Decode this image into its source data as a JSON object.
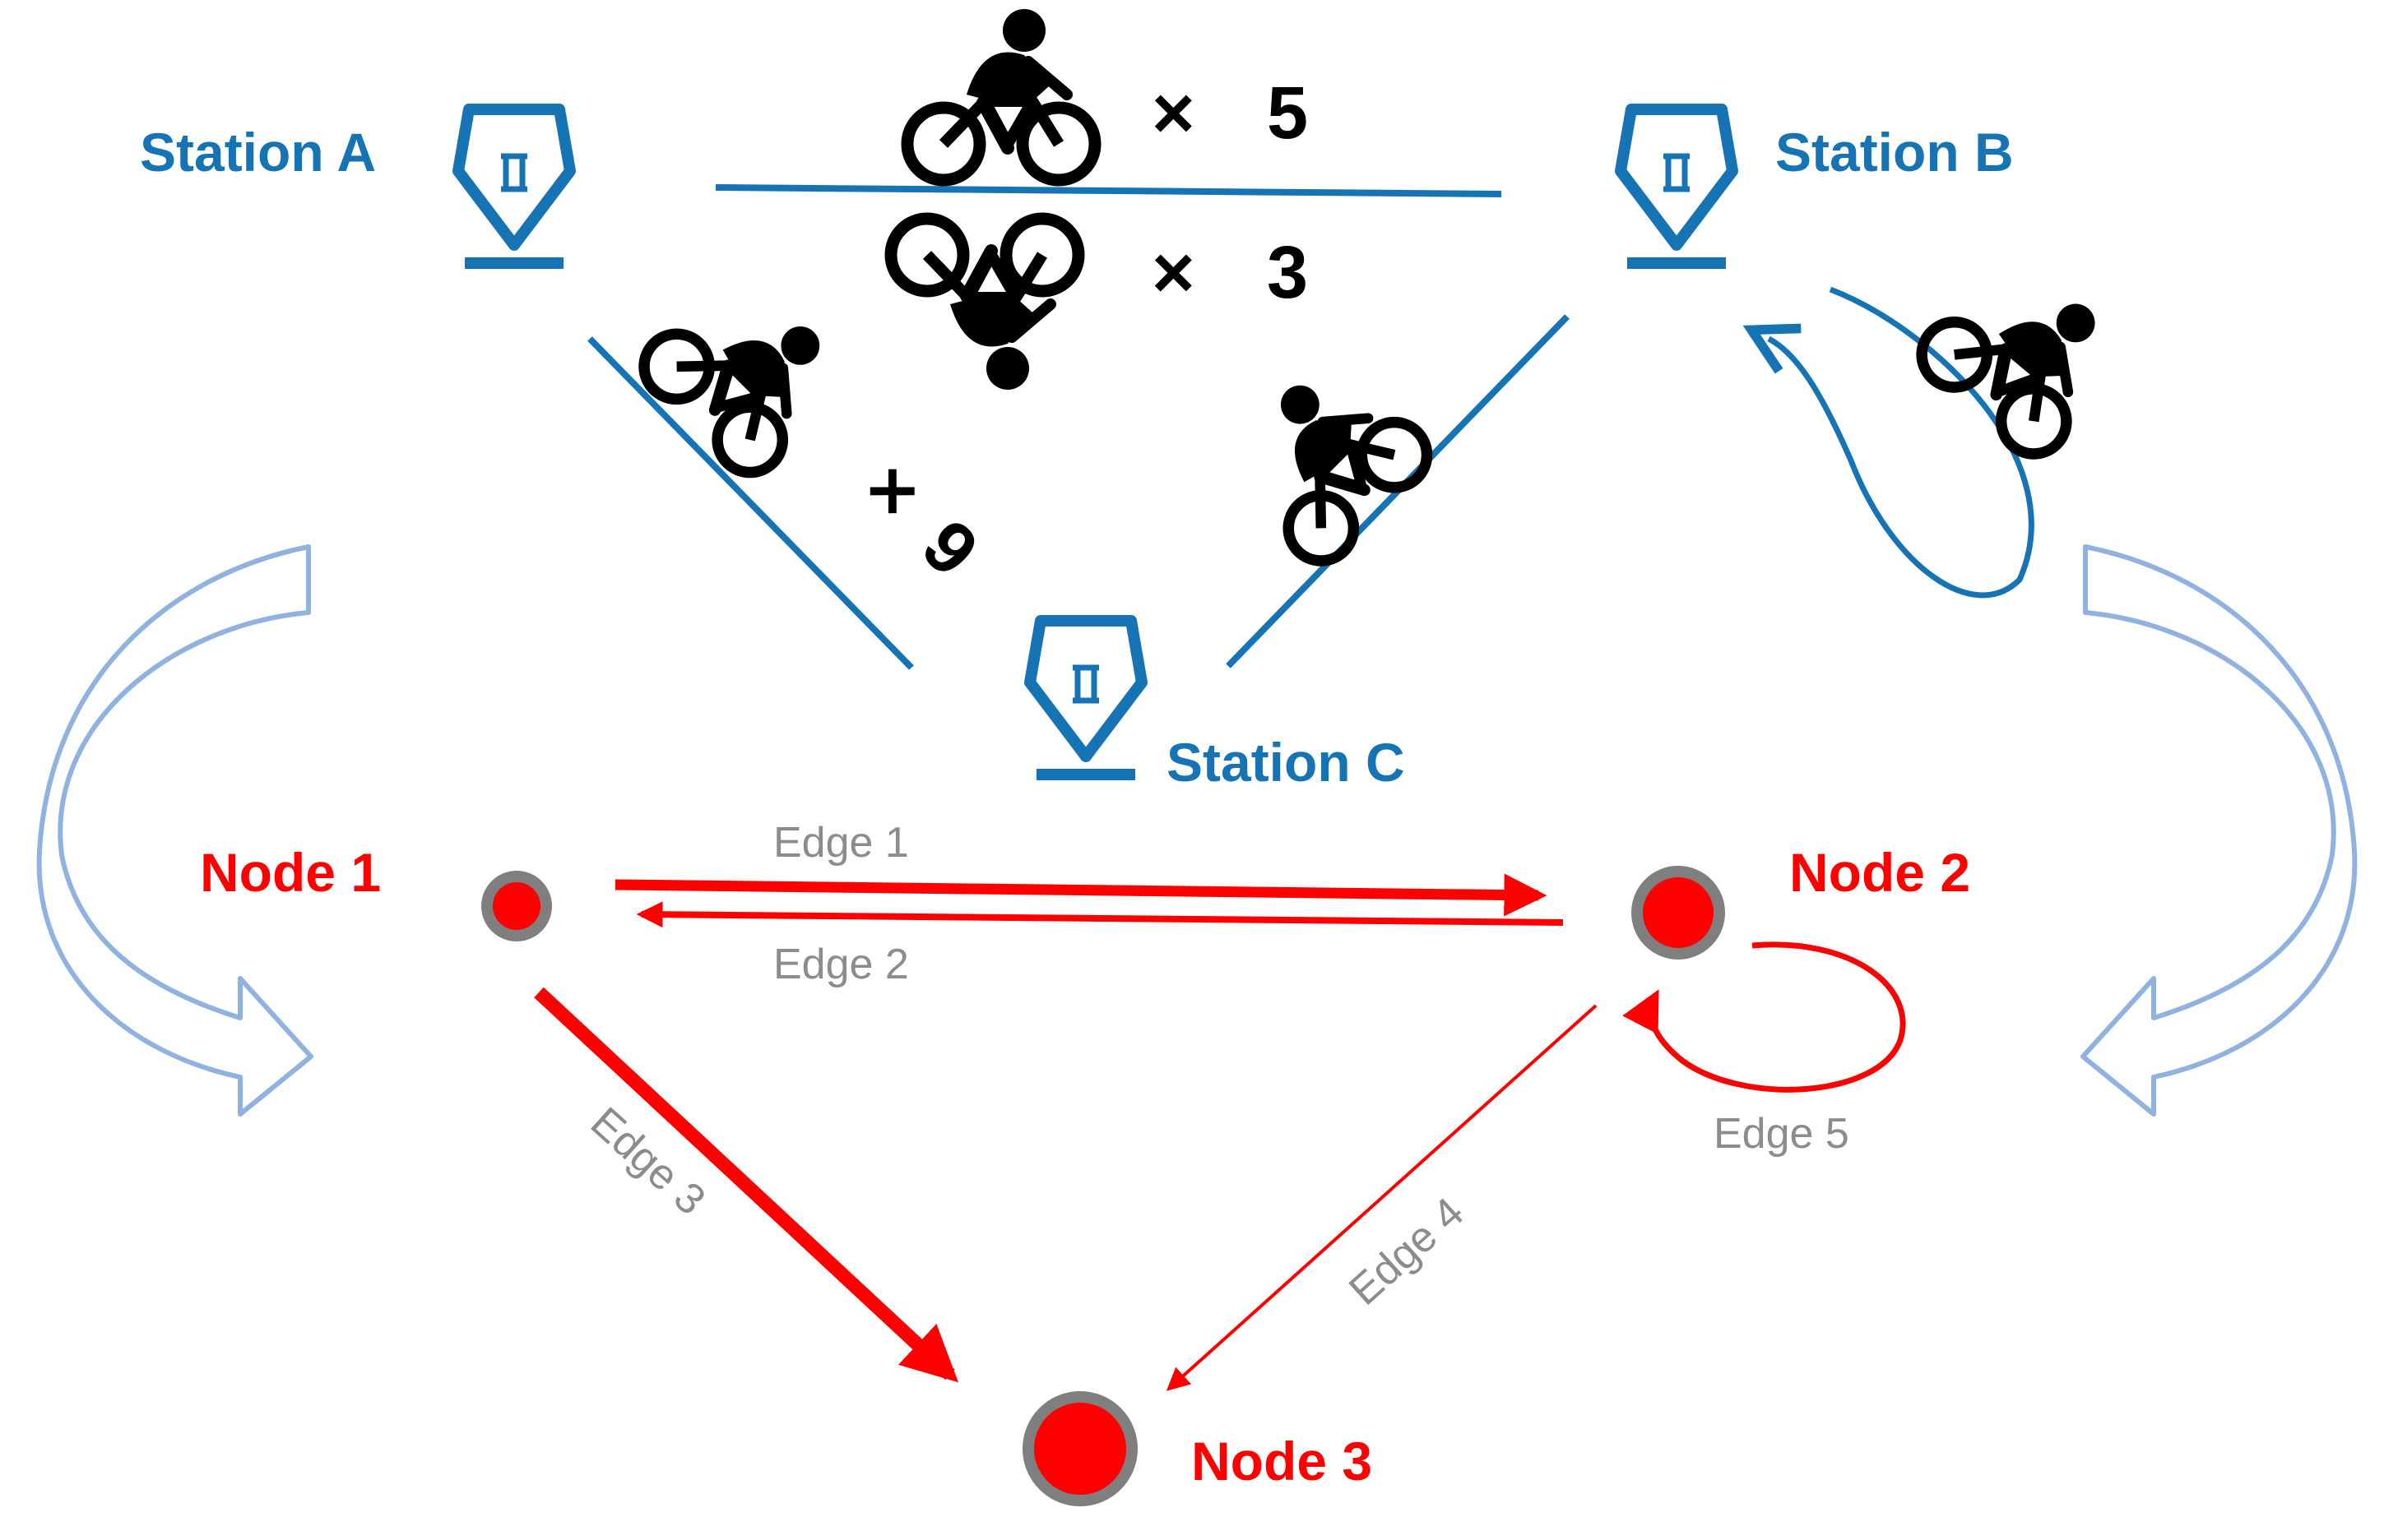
{
  "stations": {
    "a": {
      "label": "Station A"
    },
    "b": {
      "label": "Station B"
    },
    "c": {
      "label": "Station C"
    }
  },
  "trips": {
    "a_to_b": {
      "symbol": "×",
      "count": "5"
    },
    "b_to_a": {
      "symbol": "×",
      "count": "3"
    },
    "a_to_c": {
      "symbol": "×",
      "count": "9"
    }
  },
  "nodes": {
    "n1": {
      "label": "Node 1"
    },
    "n2": {
      "label": "Node 2"
    },
    "n3": {
      "label": "Node 3"
    }
  },
  "edges": {
    "e1": {
      "label": "Edge 1"
    },
    "e2": {
      "label": "Edge 2"
    },
    "e3": {
      "label": "Edge 3"
    },
    "e4": {
      "label": "Edge 4"
    },
    "e5": {
      "label": "Edge 5"
    }
  },
  "colors": {
    "station": "#1674b5",
    "network": "#ff0000",
    "edge_label": "#8c8c8c",
    "transform_arrow": "#8fb2e0",
    "bike": "#000000"
  },
  "icons": {
    "station": "bike-station-icon",
    "bike": "bicycle-rider-icon",
    "transform": "curved-arrow-icon"
  }
}
